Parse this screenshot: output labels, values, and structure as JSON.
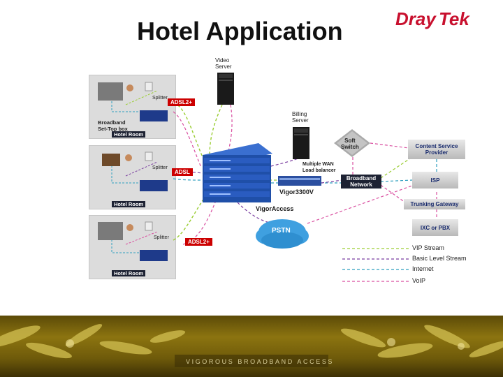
{
  "title": "Hotel Application",
  "brand": {
    "logo_part1": "Dray",
    "logo_part2": "Tek",
    "color": "#c8102e"
  },
  "servers": {
    "video": [
      "Video",
      "Server"
    ],
    "billing": [
      "Billing",
      "Server"
    ]
  },
  "rooms": [
    {
      "tag": "Hotel Room",
      "link": "ADSL2+",
      "splitter": "Splitter",
      "device": [
        "Broadband",
        "Set-Top box"
      ]
    },
    {
      "tag": "Hotel Room",
      "link": "ADSL",
      "splitter": "Splitter"
    },
    {
      "tag": "Hotel Room",
      "link": "ADSL2+",
      "splitter": "Splitter"
    }
  ],
  "network": {
    "soft_switch": [
      "Soft",
      "Switch"
    ],
    "content_provider": [
      "Content Service",
      "Provider"
    ],
    "broadband_network": [
      "Broadband",
      "Network"
    ],
    "isp": "ISP",
    "trunking_gateway": "Trunking Gateway",
    "ixc_pbx": "IXC or PBX",
    "pstn": "PSTN",
    "multi_wan": [
      "Multiple WAN",
      "Load balancer"
    ],
    "vigor3300": "Vigor3300V",
    "vigor_access": "VigorAccess"
  },
  "legend": [
    {
      "label": "VIP Stream",
      "color": "#9acd32"
    },
    {
      "label": "Basic Level Stream",
      "color": "#7b3fa0"
    },
    {
      "label": "Internet",
      "color": "#2f9fbf"
    },
    {
      "label": "VoIP",
      "color": "#d94fa0"
    }
  ],
  "footer": {
    "tagline": "VIGOROUS BROADBAND ACCESS"
  }
}
